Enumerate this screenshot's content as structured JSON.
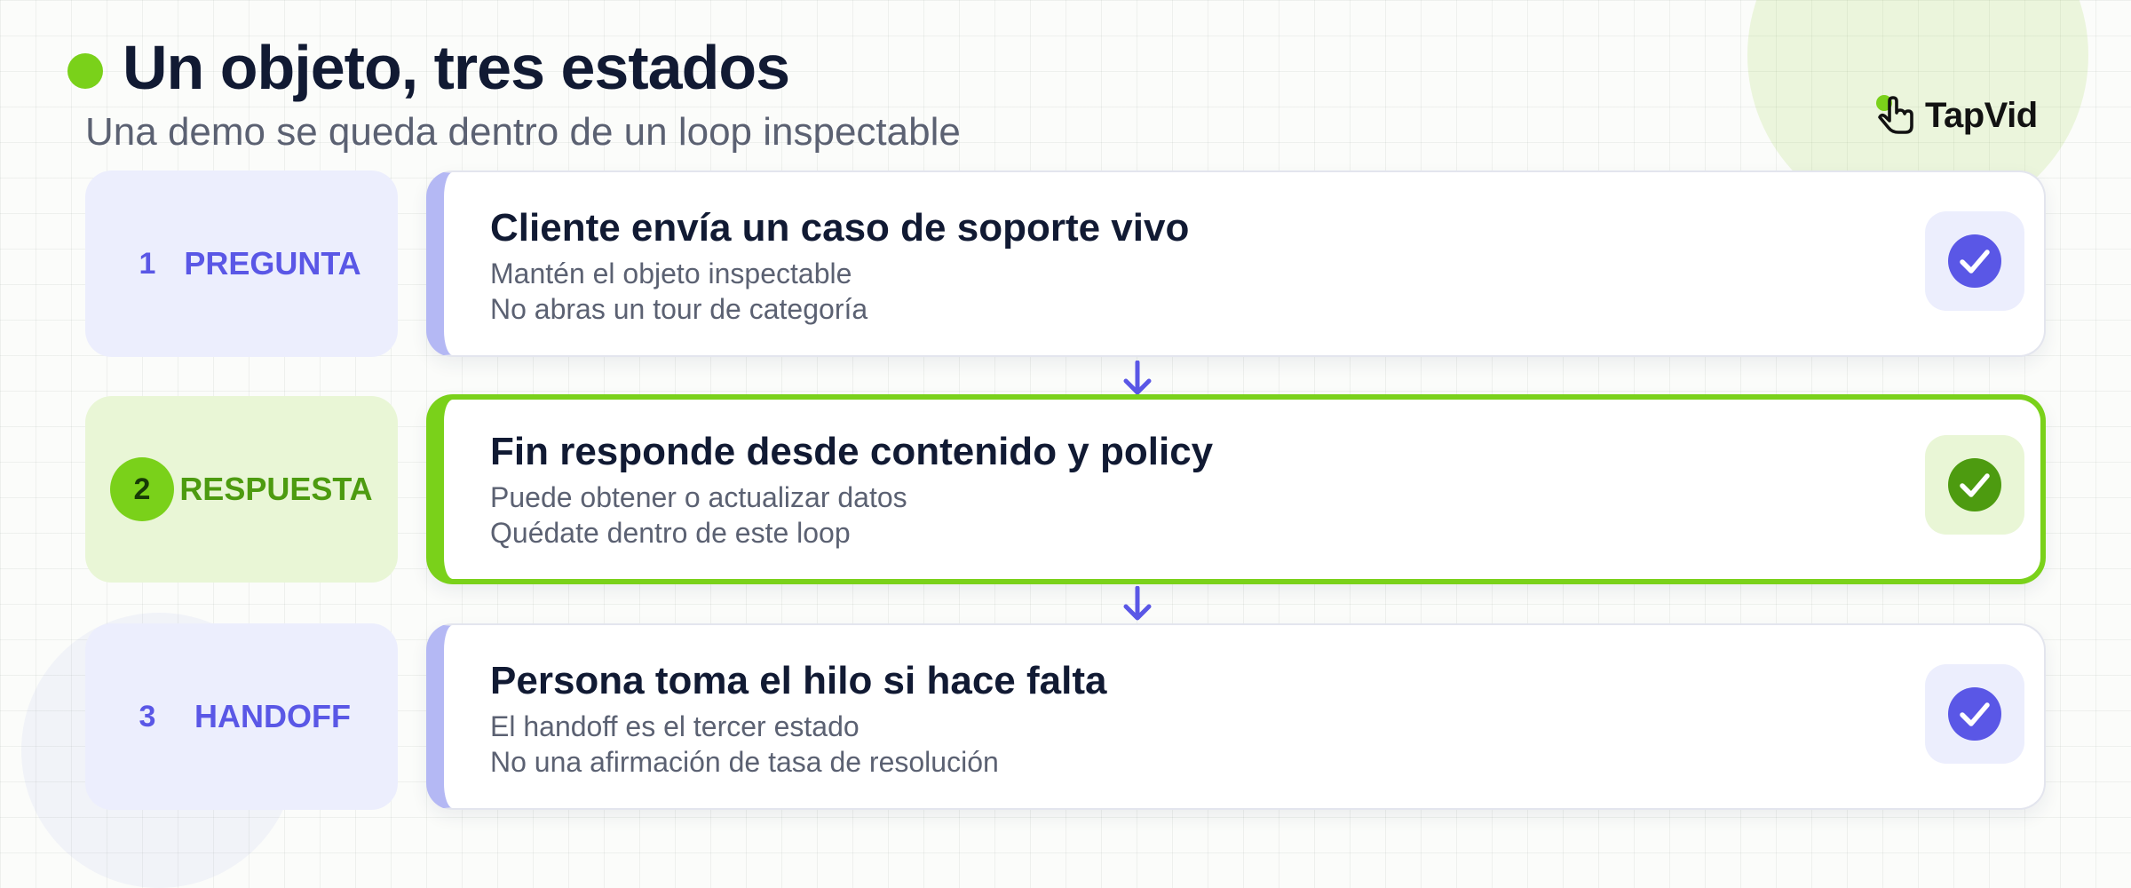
{
  "header": {
    "title": "Un objeto, tres estados",
    "subtitle": "Una demo se queda dentro de un loop inspectable"
  },
  "brand": {
    "name": "TapVid",
    "icon": "hand-pointer-icon"
  },
  "colors": {
    "accent_green": "#7ad11a",
    "accent_purple": "#5a57e6",
    "title_text": "#111a33",
    "body_text": "#5b6172"
  },
  "steps": [
    {
      "number": "1",
      "label": "PREGUNTA",
      "title": "Cliente envía un caso de soporte vivo",
      "lines": [
        "Mantén el objeto inspectable",
        "No abras un tour de categoría"
      ],
      "active": false,
      "status_icon": "check-circle-icon"
    },
    {
      "number": "2",
      "label": "RESPUESTA",
      "title": "Fin responde desde contenido y policy",
      "lines": [
        "Puede obtener o actualizar datos",
        "Quédate dentro de este loop"
      ],
      "active": true,
      "status_icon": "check-circle-icon"
    },
    {
      "number": "3",
      "label": "HANDOFF",
      "title": "Persona toma el hilo si hace falta",
      "lines": [
        "El handoff es el tercer estado",
        "No una afirmación de tasa de resolución"
      ],
      "active": false,
      "status_icon": "check-circle-icon"
    }
  ]
}
